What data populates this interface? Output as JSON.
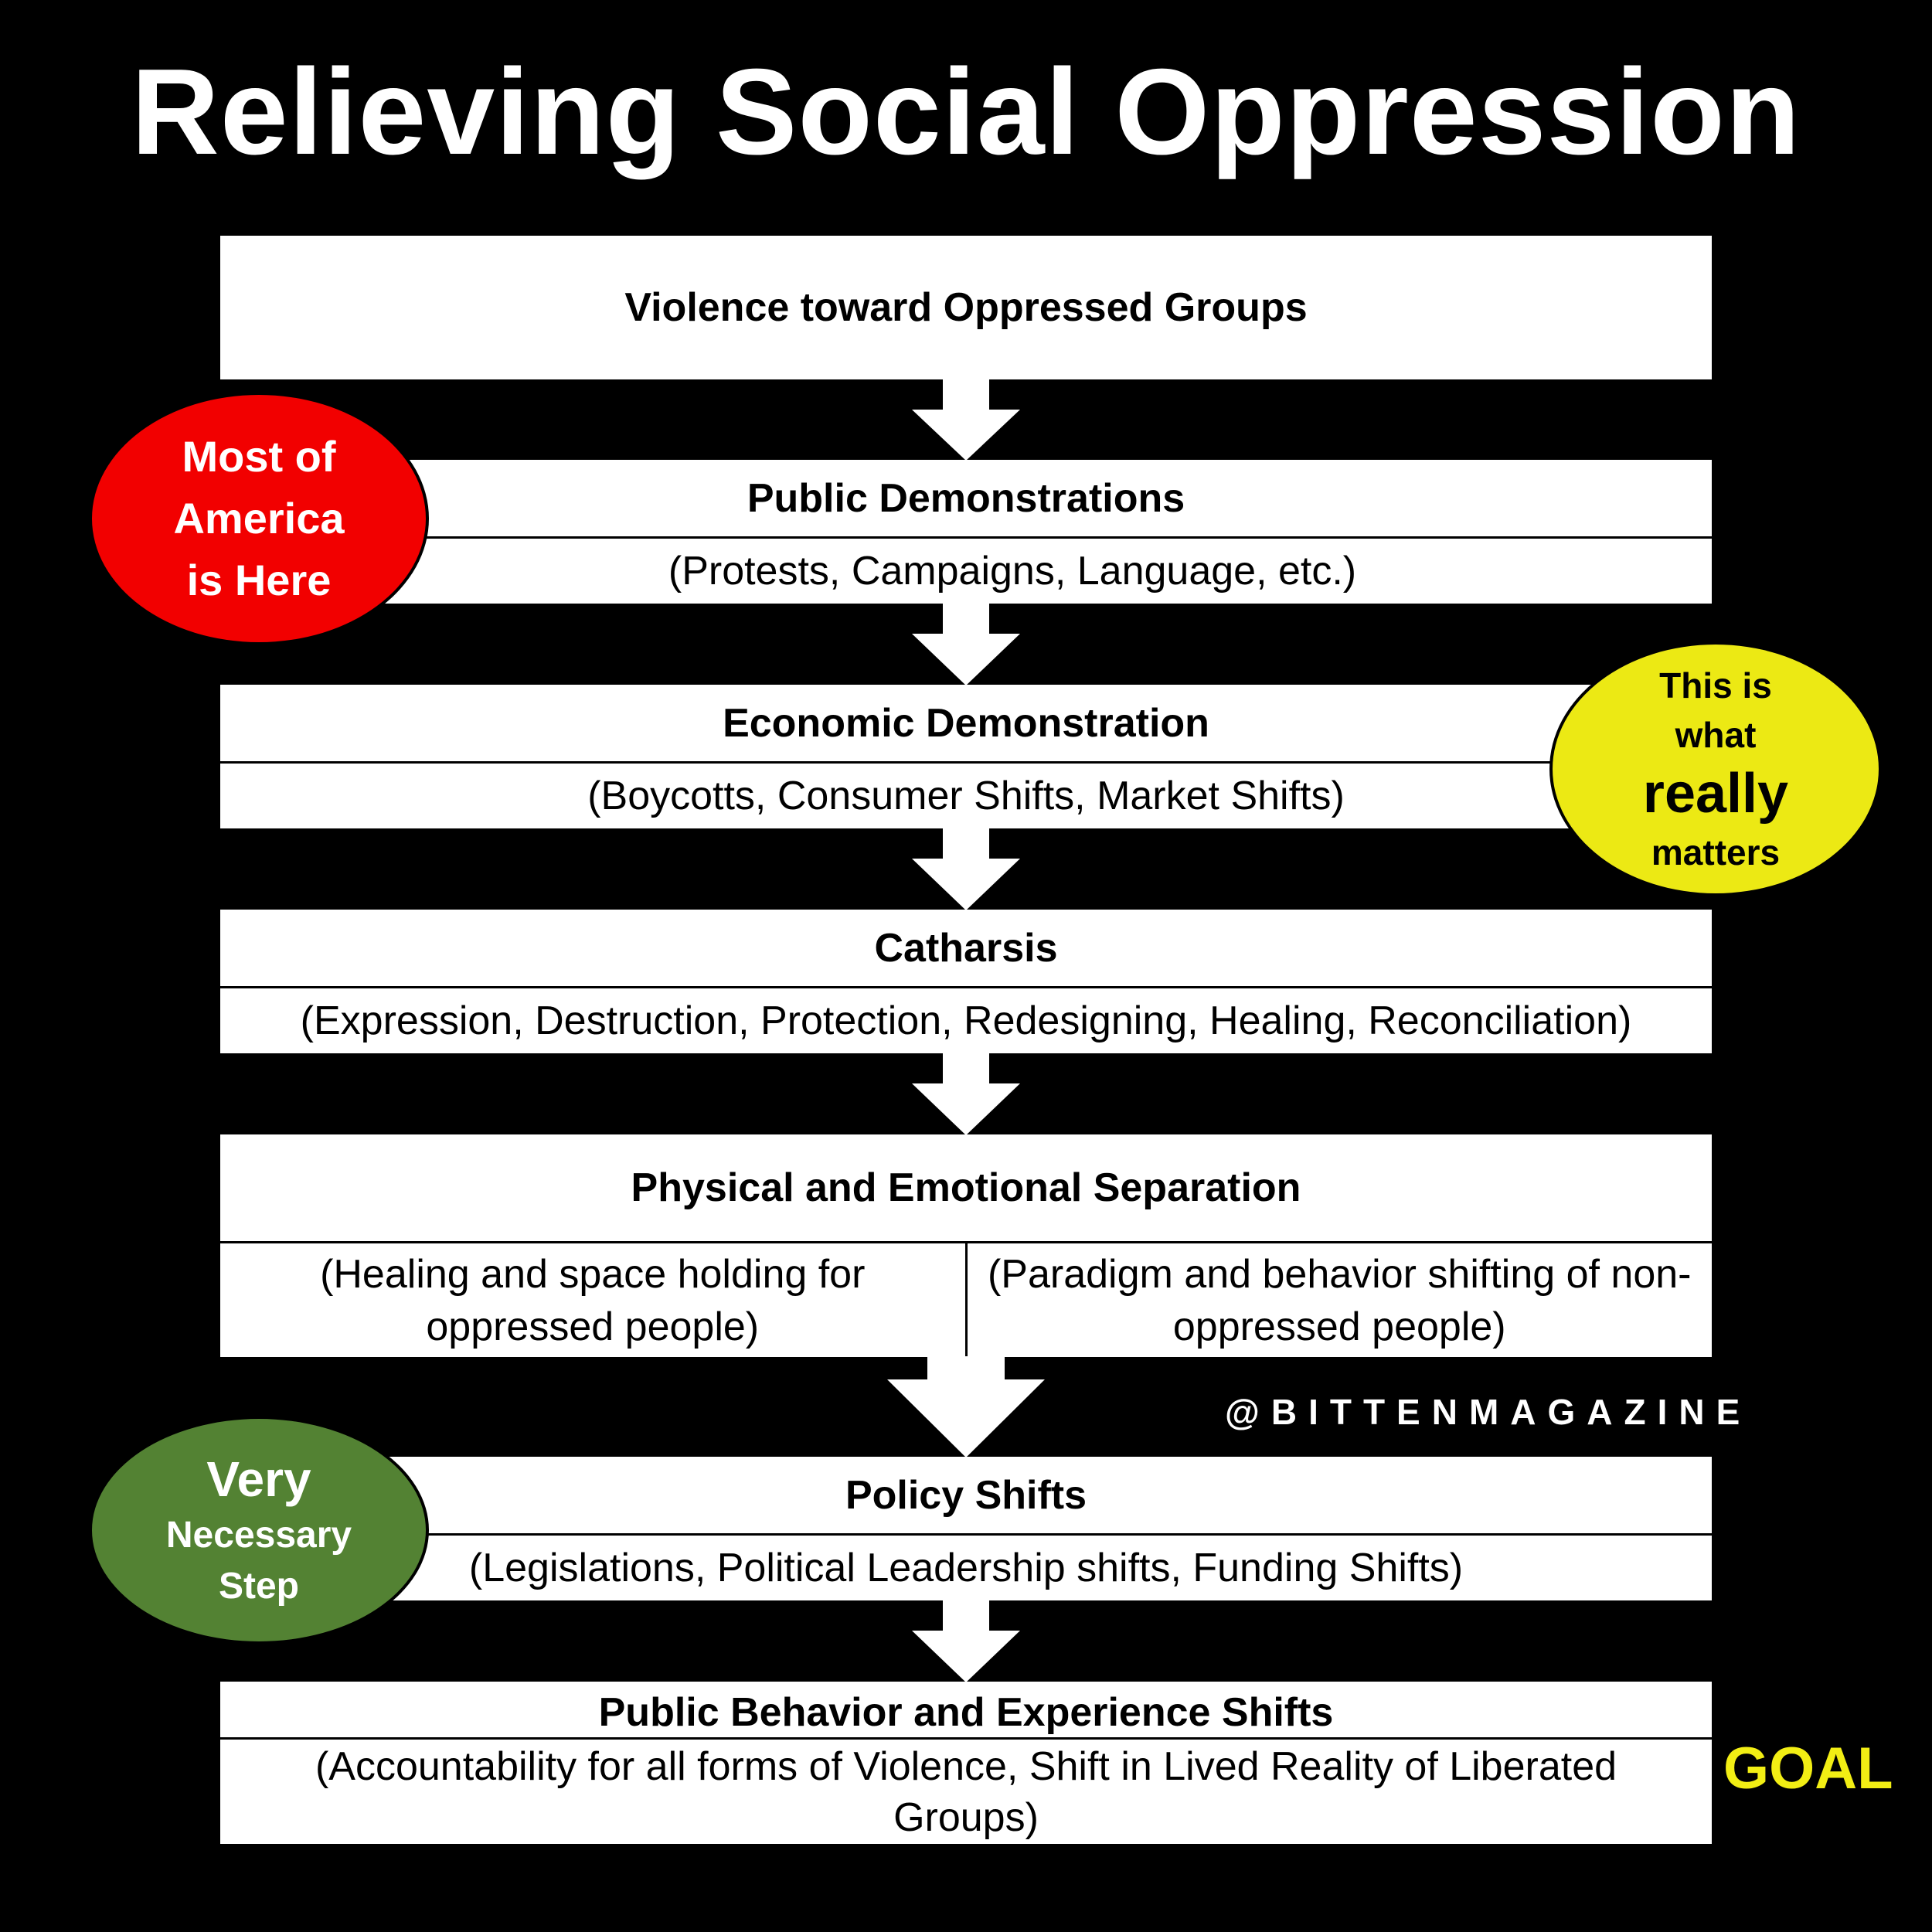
{
  "title": "Relieving Social Oppression",
  "steps": [
    {
      "heading": "Violence toward Oppressed Groups"
    },
    {
      "heading": "Public Demonstrations",
      "detail": "(Protests, Campaigns, Language, etc.)"
    },
    {
      "heading": "Economic Demonstration",
      "detail": "(Boycotts, Consumer Shifts, Market Shifts)"
    },
    {
      "heading": "Catharsis",
      "detail": "(Expression, Destruction, Protection, Redesigning, Healing, Reconciliation)"
    },
    {
      "heading": "Physical and Emotional Separation",
      "detail_left": "(Healing and space holding for oppressed people)",
      "detail_right": "(Paradigm and behavior shifting of non-oppressed people)"
    },
    {
      "heading": "Policy Shifts",
      "detail": "(Legislations, Political Leadership shifts, Funding Shifts)"
    },
    {
      "heading": "Public Behavior and Experience Shifts",
      "detail": "(Accountability for all forms of Violence, Shift in Lived Reality of Liberated Groups)"
    }
  ],
  "callouts": {
    "most_of_america": {
      "lines": [
        "Most of",
        "America",
        "is Here"
      ],
      "color": "#f20000"
    },
    "really_matters": {
      "lines": [
        "This is",
        "what",
        "really",
        "matters"
      ],
      "color": "#ece914"
    },
    "very_necessary": {
      "lines": [
        "Very",
        "Necessary",
        "Step"
      ],
      "color": "#538233"
    }
  },
  "watermark": "@BITTENMAGAZINE",
  "goal_label": "GOAL"
}
